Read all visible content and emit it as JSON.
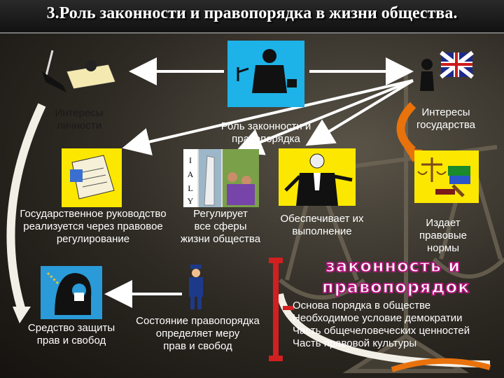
{
  "header": {
    "title": "3.Роль законности и правопорядка в жизни общества."
  },
  "center": {
    "label_line1": "Роль законности и",
    "label_line2": "правопорядка"
  },
  "left_top": {
    "label_line1": "Интересы",
    "label_line2": "личности"
  },
  "right_top": {
    "label_line1": "Интересы",
    "label_line2": "государства"
  },
  "row2": {
    "state_mgmt_line1": "Государственное руководство",
    "state_mgmt_line2": "реализуется через правовое",
    "state_mgmt_line3": "регулирование",
    "regulates_line1": "Регулирует",
    "regulates_line2": "все сферы",
    "regulates_line3": "жизни общества",
    "ensures_line1": "Обеспечивает их",
    "ensures_line2": "выполнение",
    "issues_line1": "Издает",
    "issues_line2": "правовые",
    "issues_line3": "нормы"
  },
  "wordart": {
    "line1": "законность и",
    "line2": "правопорядок"
  },
  "bottom_left": {
    "line1": "Средство защиты",
    "line2": "прав и свобод"
  },
  "bottom_mid": {
    "line1": "Состояние правопорядка",
    "line2": "определяет меру",
    "line3": "прав и свобод"
  },
  "bottom_right": {
    "items": [
      "Основа порядка в обществе",
      "Необходимое условие демократии",
      "Часть общечеловеческих ценностей",
      "Часть правовой культуры"
    ]
  },
  "colors": {
    "clipart_bg": "#fce700",
    "arrow_white": "#ffffff",
    "arrow_orange": "#e8720c",
    "wordart_outline": "#b0177a",
    "bracket_red": "#d21f1f"
  }
}
